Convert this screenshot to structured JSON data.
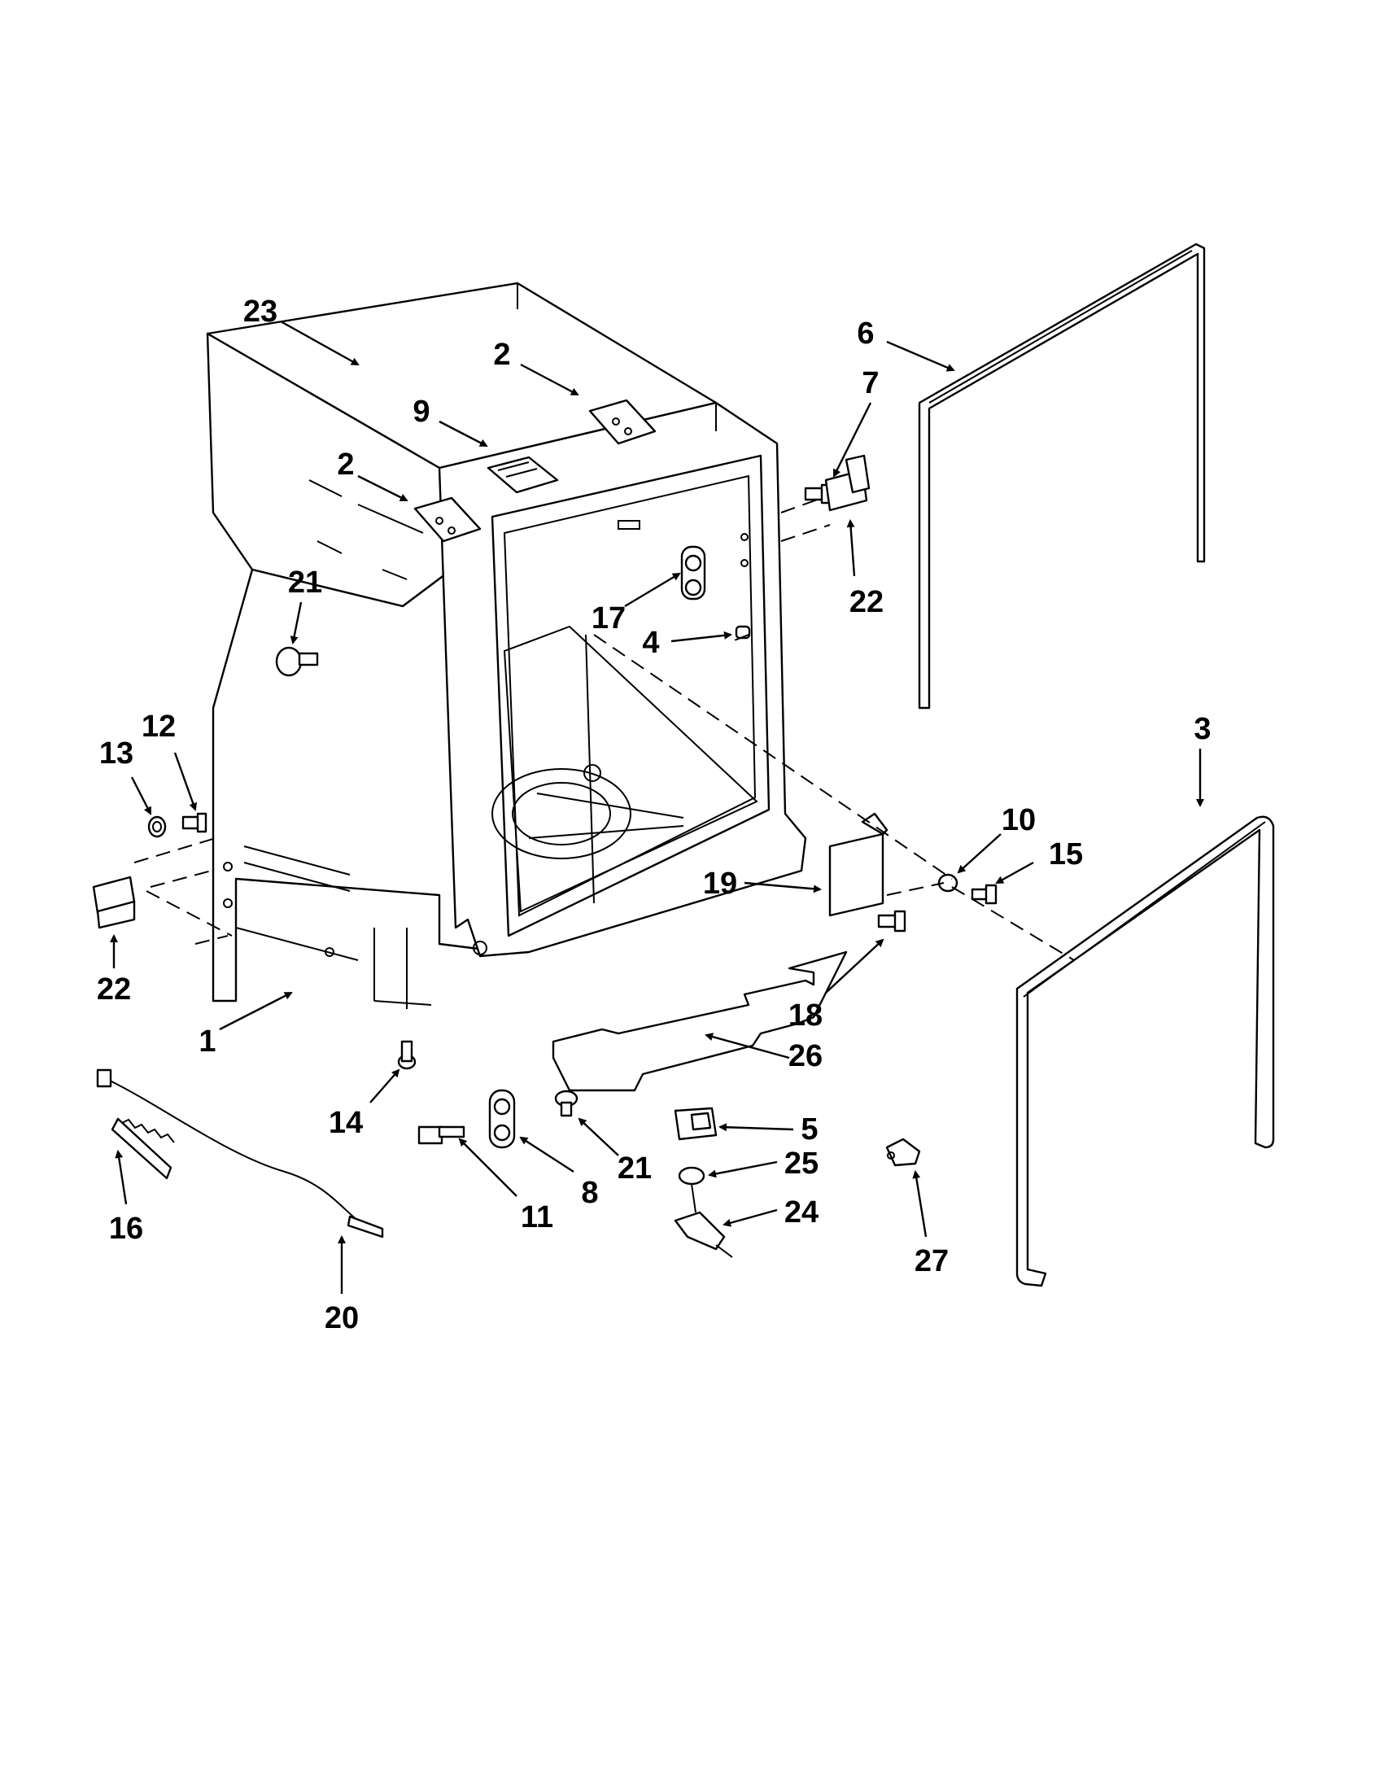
{
  "diagram": {
    "callouts": [
      {
        "id": "c23a",
        "text": "23"
      },
      {
        "id": "c2a",
        "text": "2"
      },
      {
        "id": "c9",
        "text": "9"
      },
      {
        "id": "c2b",
        "text": "2"
      },
      {
        "id": "c6",
        "text": "6"
      },
      {
        "id": "c7",
        "text": "7"
      },
      {
        "id": "c22a",
        "text": "22"
      },
      {
        "id": "c21a",
        "text": "21"
      },
      {
        "id": "c17",
        "text": "17"
      },
      {
        "id": "c4",
        "text": "4"
      },
      {
        "id": "c3",
        "text": "3"
      },
      {
        "id": "c12",
        "text": "12"
      },
      {
        "id": "c13",
        "text": "13"
      },
      {
        "id": "c10",
        "text": "10"
      },
      {
        "id": "c15",
        "text": "15"
      },
      {
        "id": "c19",
        "text": "19"
      },
      {
        "id": "c22b",
        "text": "22"
      },
      {
        "id": "c18",
        "text": "18"
      },
      {
        "id": "c1",
        "text": "1"
      },
      {
        "id": "c26",
        "text": "26"
      },
      {
        "id": "c14",
        "text": "14"
      },
      {
        "id": "c5",
        "text": "5"
      },
      {
        "id": "c21b",
        "text": "21"
      },
      {
        "id": "c25",
        "text": "25"
      },
      {
        "id": "c8",
        "text": "8"
      },
      {
        "id": "c16",
        "text": "16"
      },
      {
        "id": "c11",
        "text": "11"
      },
      {
        "id": "c24",
        "text": "24"
      },
      {
        "id": "c27",
        "text": "27"
      },
      {
        "id": "c20",
        "text": "20"
      }
    ]
  }
}
